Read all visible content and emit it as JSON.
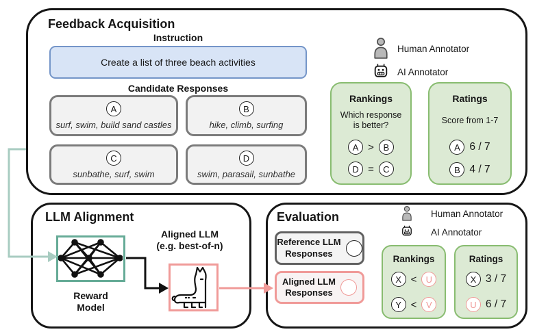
{
  "colors": {
    "blue_fill": "#d8e4f6",
    "blue_border": "#7495c8",
    "green_fill": "#dcead4",
    "green_border": "#88bc70",
    "teal": "#66ab97",
    "teal_light": "#a8ccc1",
    "pink": "#f09a98"
  },
  "feedback": {
    "title": "Feedback Acquisition",
    "instruction_label": "Instruction",
    "instruction_text": "Create a list of three beach activities",
    "candidates_label": "Candidate Responses",
    "candidates": [
      {
        "id": "A",
        "text": "surf, swim, build sand castles"
      },
      {
        "id": "B",
        "text": "hike, climb, surfing"
      },
      {
        "id": "C",
        "text": "sunbathe, surf, swim"
      },
      {
        "id": "D",
        "text": "swim, parasail, sunbathe"
      }
    ],
    "legend": {
      "human": "Human Annotator",
      "ai": "AI Annotator"
    },
    "rankings": {
      "title": "Rankings",
      "question_line1": "Which response",
      "question_line2": "is better?",
      "pairs": [
        {
          "left": "A",
          "op": ">",
          "right": "B"
        },
        {
          "left": "D",
          "op": "=",
          "right": "C"
        }
      ]
    },
    "ratings": {
      "title": "Ratings",
      "subtitle": "Score from 1-7",
      "rows": [
        {
          "id": "A",
          "score": "6 / 7"
        },
        {
          "id": "B",
          "score": "4 / 7"
        }
      ]
    }
  },
  "alignment": {
    "title": "LLM Alignment",
    "reward_line1": "Reward",
    "reward_line2": "Model",
    "aligned_line1": "Aligned LLM",
    "aligned_line2": "(e.g. best-of-n)"
  },
  "evaluation": {
    "title": "Evaluation",
    "legend": {
      "human": "Human Annotator",
      "ai": "AI Annotator"
    },
    "reference_line1": "Reference LLM",
    "reference_line2": "Responses",
    "aligned_line1": "Aligned LLM",
    "aligned_line2": "Responses",
    "rankings": {
      "title": "Rankings",
      "pairs": [
        {
          "left": "X",
          "op": "<",
          "right": "U"
        },
        {
          "left": "Y",
          "op": "<",
          "right": "V"
        }
      ]
    },
    "ratings": {
      "title": "Ratings",
      "rows": [
        {
          "id": "X",
          "score": "3 / 7"
        },
        {
          "id": "U",
          "score": "6 / 7"
        }
      ]
    }
  }
}
